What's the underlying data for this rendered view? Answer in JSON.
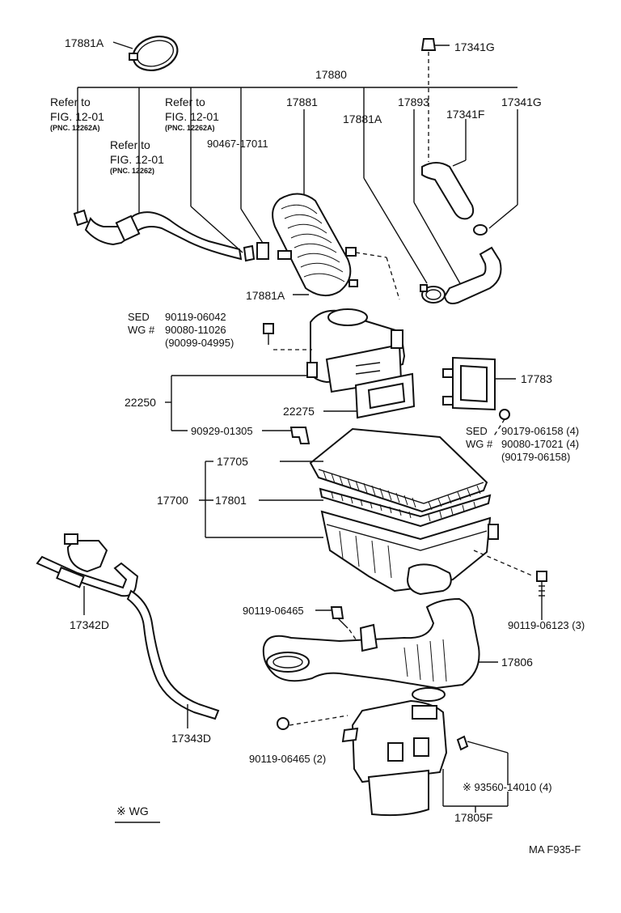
{
  "labels": {
    "p17881A_top": "17881A",
    "p17341G_top": "17341G",
    "p17880": "17880",
    "refer1_l1": "Refer to",
    "refer1_l2": "FIG. 12-01",
    "refer1_l3": "(PNC. 12262A)",
    "refer2_l1": "Refer to",
    "refer2_l2": "FIG. 12-01",
    "refer2_l3": "(PNC. 12262A)",
    "refer3_l1": "Refer to",
    "refer3_l2": "FIG. 12-01",
    "refer3_l3": "(PNC. 12262)",
    "p90467": "90467-17011",
    "p17881": "17881",
    "p17881A_mid": "17881A",
    "p17893": "17893",
    "p17341F": "17341F",
    "p17341G_mid": "17341G",
    "p17881A_low": "17881A",
    "sed1": "SED",
    "wg1": "WG #",
    "p90119_06042": "90119-06042",
    "p90080_11026": "90080-11026",
    "p90099_04995": "(90099-04995)",
    "p17783": "17783",
    "p22250": "22250",
    "p22275": "22275",
    "p90929": "90929-01305",
    "sed2": "SED",
    "wg2": "WG #",
    "p90179_a": "90179-06158 (4)",
    "p90080_17021": "90080-17021 (4)",
    "p90179_b": "(90179-06158)",
    "p17705": "17705",
    "p17700": "17700",
    "p17801": "17801",
    "p17342D": "17342D",
    "p90119_06465": "90119-06465",
    "p90119_06123": "90119-06123 (3)",
    "p17806": "17806",
    "p17343D": "17343D",
    "p90119_06465_2": "90119-06465 (2)",
    "p93560": "※ 93560-14010 (4)",
    "p17805F": "17805F",
    "legend_wg": "※ WG",
    "footer": "MA  F935-F"
  }
}
